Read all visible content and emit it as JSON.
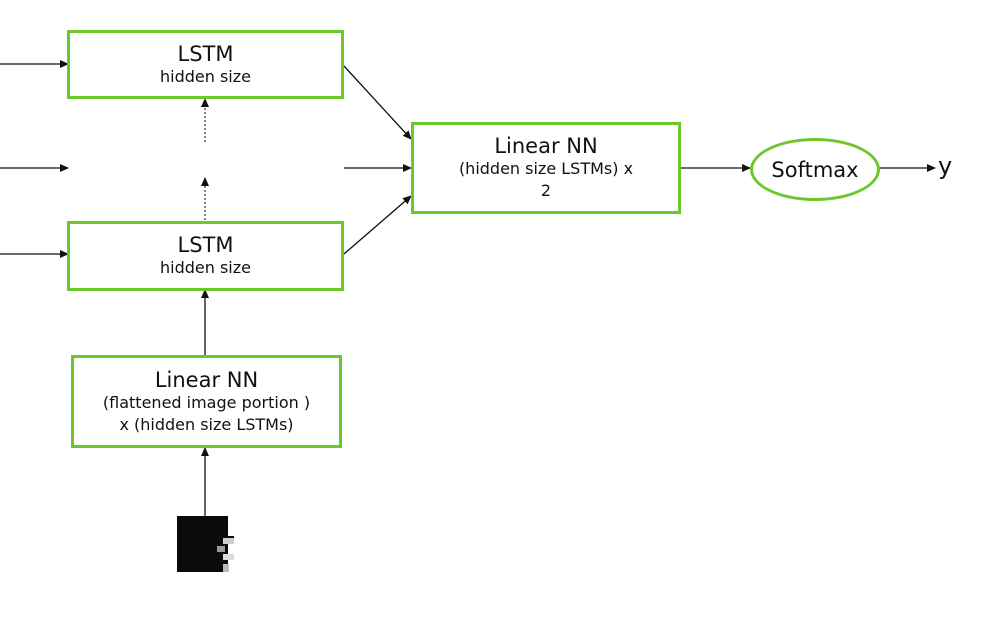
{
  "lstm_top": {
    "title": "LSTM",
    "subtitle": "hidden size"
  },
  "lstm_bottom": {
    "title": "LSTM",
    "subtitle": "hidden size"
  },
  "linear_right": {
    "title": "Linear NN",
    "line1": "(hidden size LSTMs) x",
    "line2": "2"
  },
  "linear_bottom": {
    "title": "Linear NN",
    "line1": "(flattened image portion )",
    "line2": "x (hidden size LSTMs)"
  },
  "softmax": {
    "label": "Softmax"
  },
  "output": {
    "label": "y"
  },
  "colors": {
    "box_border": "#6cc72a",
    "arrow": "#111111"
  }
}
